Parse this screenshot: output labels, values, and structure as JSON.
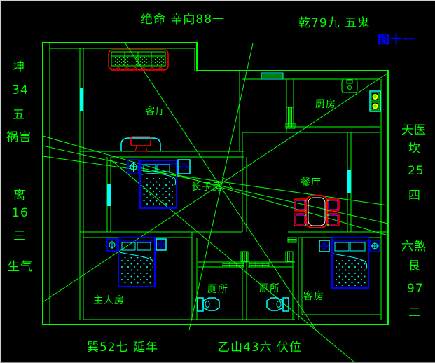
{
  "figure": {
    "caption": "图十一"
  },
  "annotations": {
    "top_left": "绝命 辛向88一",
    "top_right": "乾79九 五鬼",
    "bottom_left": "巽52七 延年",
    "bottom_right": "乙山43六 伏位",
    "left_top": [
      "坤",
      "34",
      "五",
      "祸害"
    ],
    "left_bottom": [
      "离",
      "16",
      "三",
      "生气"
    ],
    "right_top": [
      "天医",
      "坎",
      "25",
      "四"
    ],
    "right_bottom": [
      "六煞",
      "艮",
      "97",
      "二"
    ]
  },
  "rooms": {
    "living": "客厅",
    "kitchen": "厨房",
    "dining": "餐厅",
    "eldest_son": "长子房",
    "master": "主人房",
    "toilet1": "厕所",
    "toilet2": "厕所",
    "guest": "客房"
  },
  "colors": {
    "background": "#000000",
    "cad_line": "#00ff00",
    "window_cyan": "#00ffff",
    "furniture_blue": "#0000ff",
    "furniture_red": "#ff0000",
    "chair_magenta": "#ff00ff",
    "burner_yellow": "#ffff00",
    "caption_blue": "#0000ff"
  }
}
